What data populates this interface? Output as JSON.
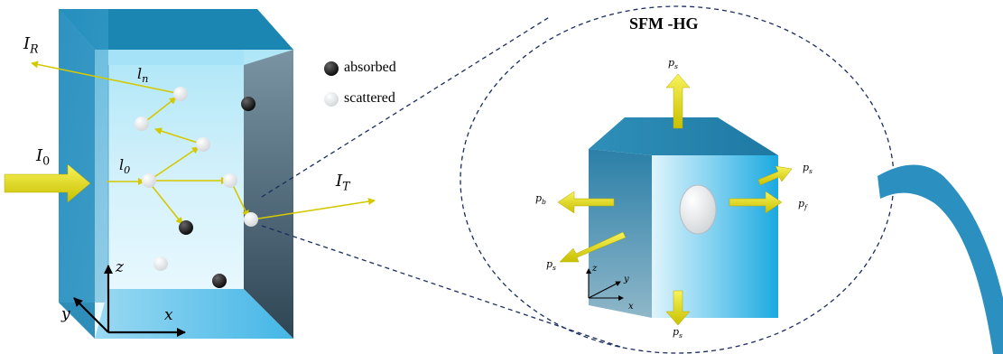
{
  "title": "SFM -HG",
  "legend": {
    "absorbed": "absorbed",
    "scattered": "scattered"
  },
  "labels": {
    "incident": {
      "sym": "I",
      "sub": "0"
    },
    "reflected": {
      "sym": "I",
      "sub": "R"
    },
    "transmitted": {
      "sym": "I",
      "sub": "T"
    },
    "path_first": {
      "sym": "l",
      "sub": "0"
    },
    "path_last": {
      "sym": "l",
      "sub": "n"
    },
    "axis_z": "z",
    "axis_y": "y",
    "axis_x": "x",
    "p_s": {
      "sym": "p",
      "sub": "s"
    },
    "p_b": {
      "sym": "p",
      "sub": "b"
    },
    "p_f": {
      "sym": "p",
      "sub": "f"
    }
  },
  "colors": {
    "slab_front": "#3aa0cc",
    "slab_top": "#1c86b3",
    "slab_right": "#4b6272",
    "arrow": "#e6e000",
    "ray": "#d4c800",
    "ellipse": "#1b2d5e",
    "curve": "#2b8fc0"
  }
}
